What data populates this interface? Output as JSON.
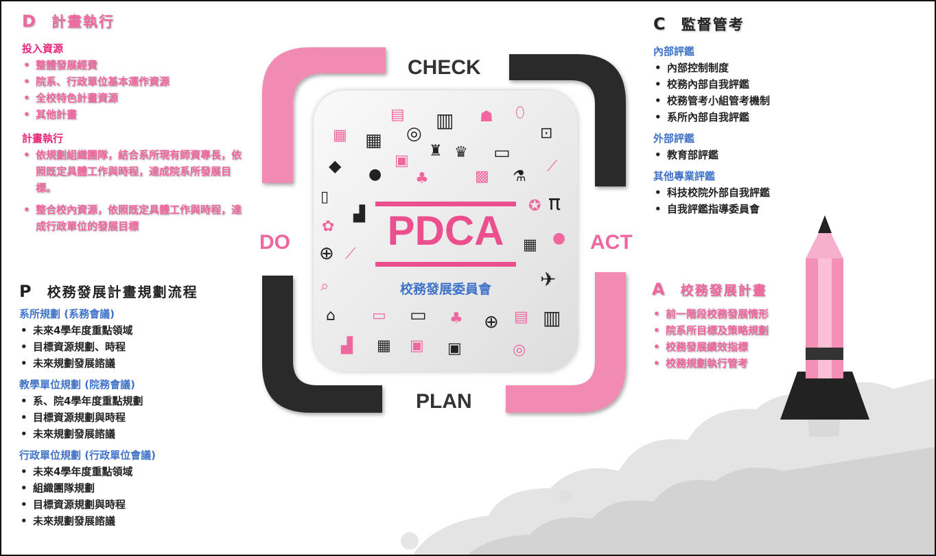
{
  "do_section": {
    "letter": "D",
    "title": "計畫執行",
    "groups": [
      {
        "heading": "投入資源",
        "items": [
          "整體發展經費",
          "院系、行政單位基本運作資源",
          "全校特色計畫資源",
          "其他計畫"
        ]
      },
      {
        "heading": "計畫執行",
        "items": [
          "依規劃組織團隊，結合系所現有師資專長，依照既定具體工作與時程，達成院系所發展目標。",
          "整合校內資源，依照既定具體工作與時程，達成行政單位的發展目標"
        ]
      }
    ]
  },
  "check_section": {
    "letter": "C",
    "title": "監督管考",
    "groups": [
      {
        "heading": "內部評鑑",
        "items": [
          "內部控制制度",
          "校務內部自我評鑑",
          "校務管考小組管考機制",
          "系所內部自我評鑑"
        ]
      },
      {
        "heading": "外部評鑑",
        "items": [
          "教育部評鑑"
        ]
      },
      {
        "heading": "其他專業評鑑",
        "items": [
          "科技校院外部自我評鑑",
          "自我評鑑指導委員會"
        ]
      }
    ]
  },
  "plan_section": {
    "letter": "P",
    "title": "校務發展計畫規劃流程",
    "groups": [
      {
        "heading": "系所規劃 (系務會議)",
        "items": [
          "未來4學年度重點領域",
          "目標資源規劃、時程",
          "未來規劃發展諮議"
        ]
      },
      {
        "heading": "教學單位規劃 (院務會議)",
        "items": [
          "系、院4學年度重點規劃",
          "目標資源規劃與時程",
          "未來規劃發展諮議"
        ]
      },
      {
        "heading": "行政單位規劃 (行政單位會議)",
        "items": [
          "未來4學年度重點領域",
          "組織團隊規劃",
          "目標資源規劃與時程",
          "未來規劃發展諮議"
        ]
      }
    ]
  },
  "act_section": {
    "letter": "A",
    "title": "校務發展計畫",
    "items": [
      "前一階段校務發展情形",
      "院系所目標及策略規劃",
      "校務發展績效指標",
      "校務規劃執行管考"
    ]
  },
  "cycle": {
    "check": "CHECK",
    "plan": "PLAN",
    "do": "DO",
    "act": "ACT",
    "center_title": "PDCA",
    "center_subtitle": "校務發展委員會"
  },
  "colors": {
    "pink": "#f0669e",
    "dark": "#2b2b2b",
    "blue": "#3f73c9"
  },
  "icons": [
    "certificate-icon",
    "target-icon",
    "books-icon",
    "reader-icon",
    "mouse-icon",
    "backpack-icon",
    "keyboard-icon",
    "calculator-icon",
    "train-icon",
    "trophy-icon",
    "blackboard-icon",
    "graduation-cap-icon",
    "basketball-icon",
    "printer-icon",
    "bell-icon",
    "bus-icon",
    "compass-icon",
    "telescope-icon",
    "tablet-icon",
    "pencil-cup-icon",
    "medal-icon",
    "pi-icon",
    "palette-icon",
    "globe-icon",
    "football-icon",
    "magnifier-icon",
    "pushpin-icon",
    "school-icon",
    "laptop-icon",
    "calculator-keys-icon",
    "pencil-rocket-icon",
    "cloud-icon"
  ]
}
